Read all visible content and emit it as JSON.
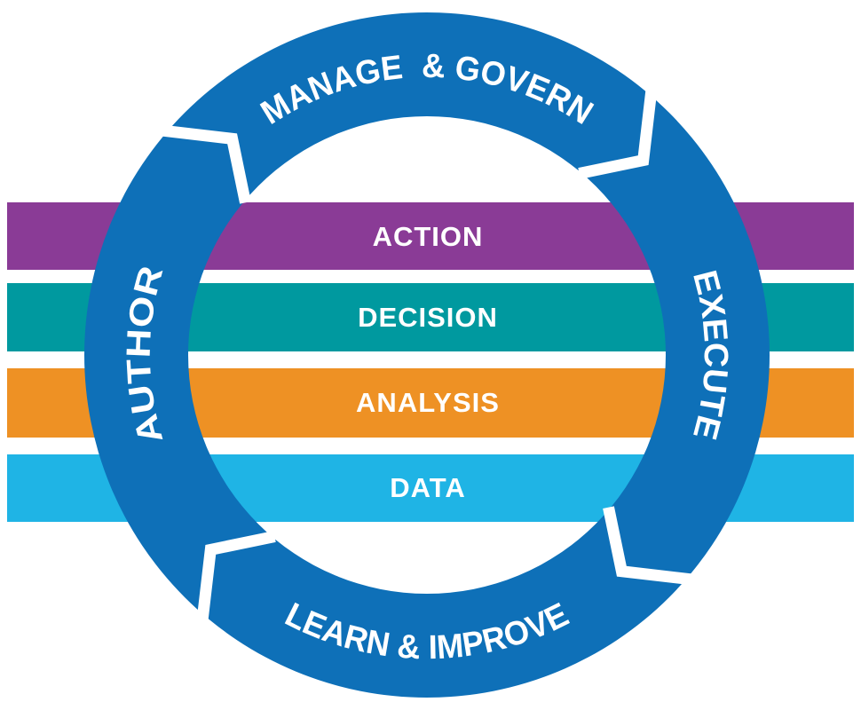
{
  "background": "#FFFFFF",
  "ring": {
    "color": "#0E70B8",
    "divider_color": "#FFFFFF",
    "text_color": "#FFFFFF",
    "segments": [
      {
        "id": "manage-govern",
        "label": "MANAGE  & GOVERN",
        "position": "top"
      },
      {
        "id": "execute",
        "label": "EXECUTE",
        "position": "right"
      },
      {
        "id": "learn-improve",
        "label": "LEARN & IMPROVE",
        "position": "bottom"
      },
      {
        "id": "author",
        "label": "AUTHOR",
        "position": "left"
      }
    ]
  },
  "bars": [
    {
      "id": "action",
      "label": "ACTION",
      "color": "#8A3B96"
    },
    {
      "id": "decision",
      "label": "DECISION",
      "color": "#00999F"
    },
    {
      "id": "analysis",
      "label": "ANALYSIS",
      "color": "#EE9124"
    },
    {
      "id": "data",
      "label": "DATA",
      "color": "#1FB4E5"
    }
  ]
}
